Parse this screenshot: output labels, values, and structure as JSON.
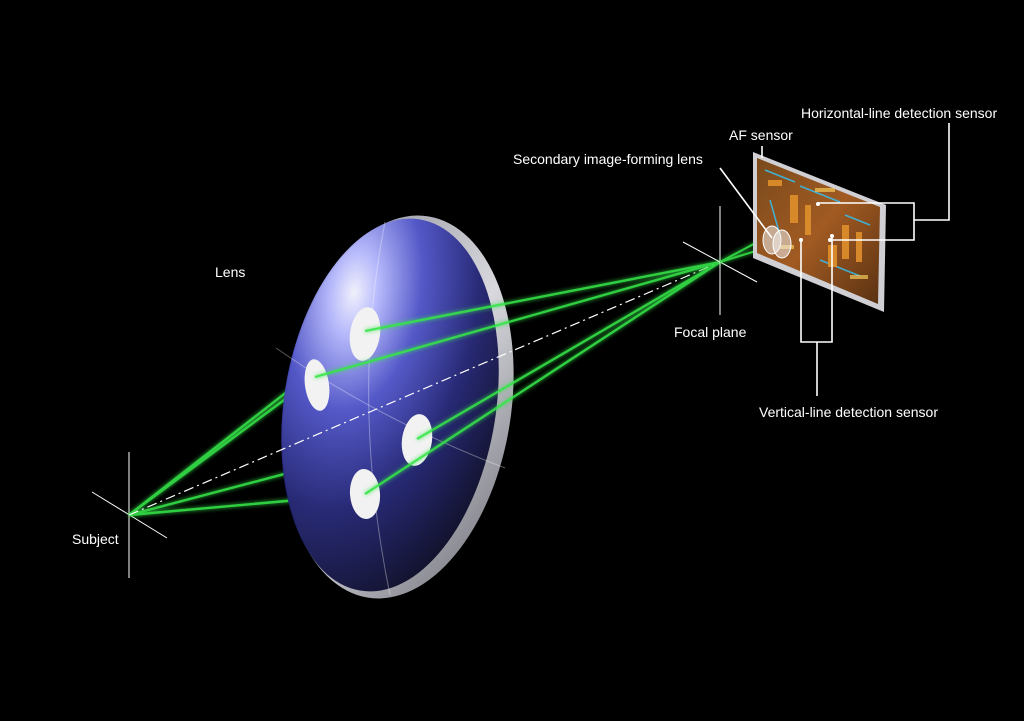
{
  "labels": {
    "lens": "Lens",
    "subject": "Subject",
    "focal_plane": "Focal plane",
    "af_sensor": "AF sensor",
    "secondary_lens": "Secondary image-forming lens",
    "horizontal_sensor": "Horizontal-line detection sensor",
    "vertical_sensor": "Vertical-line detection sensor"
  },
  "colors": {
    "background": "#000000",
    "ray": "#35e64a",
    "lens_glass": "#3a3ea8",
    "text": "#ffffff"
  }
}
